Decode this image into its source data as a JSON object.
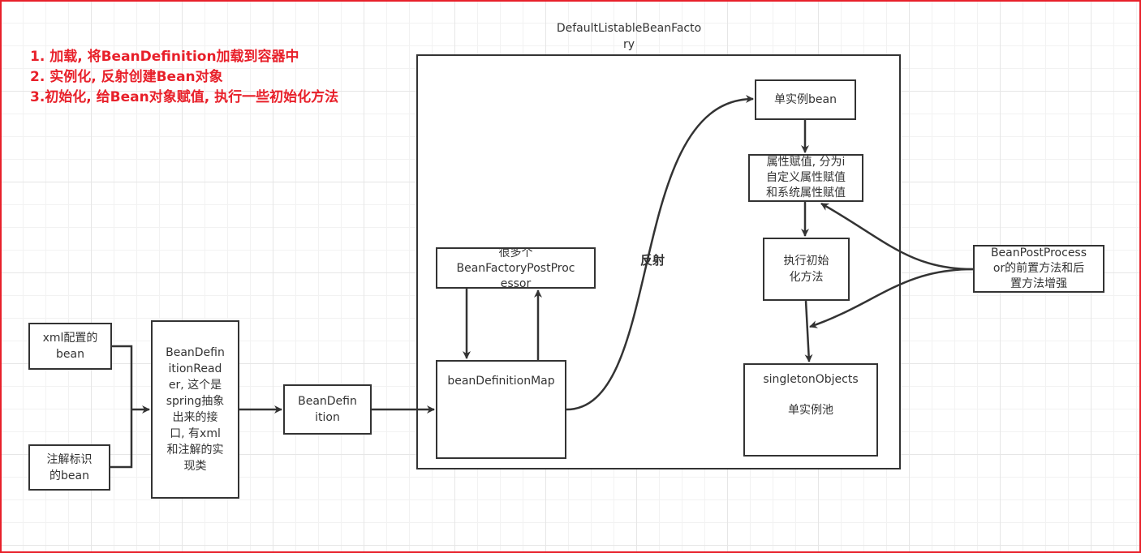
{
  "notes": [
    "1. 加载, 将BeanDefinition加载到容器中",
    "2. 实例化, 反射创建Bean对象",
    "3.初始化, 给Bean对象赋值, 执行一些初始化方法"
  ],
  "container": {
    "title": [
      "DefaultListableBeanFacto",
      "ry"
    ]
  },
  "nodes": {
    "xml_bean": [
      "xml配置的",
      "bean"
    ],
    "annotation_bean": [
      "注解标识",
      "的bean"
    ],
    "reader": [
      "BeanDefin",
      "itionRead",
      "er, 这个是",
      "spring抽象",
      "出来的接",
      "口, 有xml",
      "和注解的实",
      "现类"
    ],
    "bean_definition": [
      "BeanDefin",
      "ition"
    ],
    "bfpp": [
      "很多个",
      "BeanFactoryPostProc",
      "essor"
    ],
    "map": [
      "beanDefinitionMap"
    ],
    "singleton_bean": [
      "单实例bean"
    ],
    "populate": [
      "属性赋值, 分为i",
      "自定义属性赋值",
      "和系统属性赋值"
    ],
    "init": [
      "执行初始",
      "化方法"
    ],
    "singleton_objects": [
      "singletonObjects",
      "单实例池"
    ],
    "bpp": [
      "BeanPostProcess",
      "or的前置方法和后",
      "置方法增强"
    ]
  },
  "edge_labels": {
    "reflection": "反射"
  },
  "colors": {
    "accent": "#e8202a",
    "stroke": "#333333"
  }
}
